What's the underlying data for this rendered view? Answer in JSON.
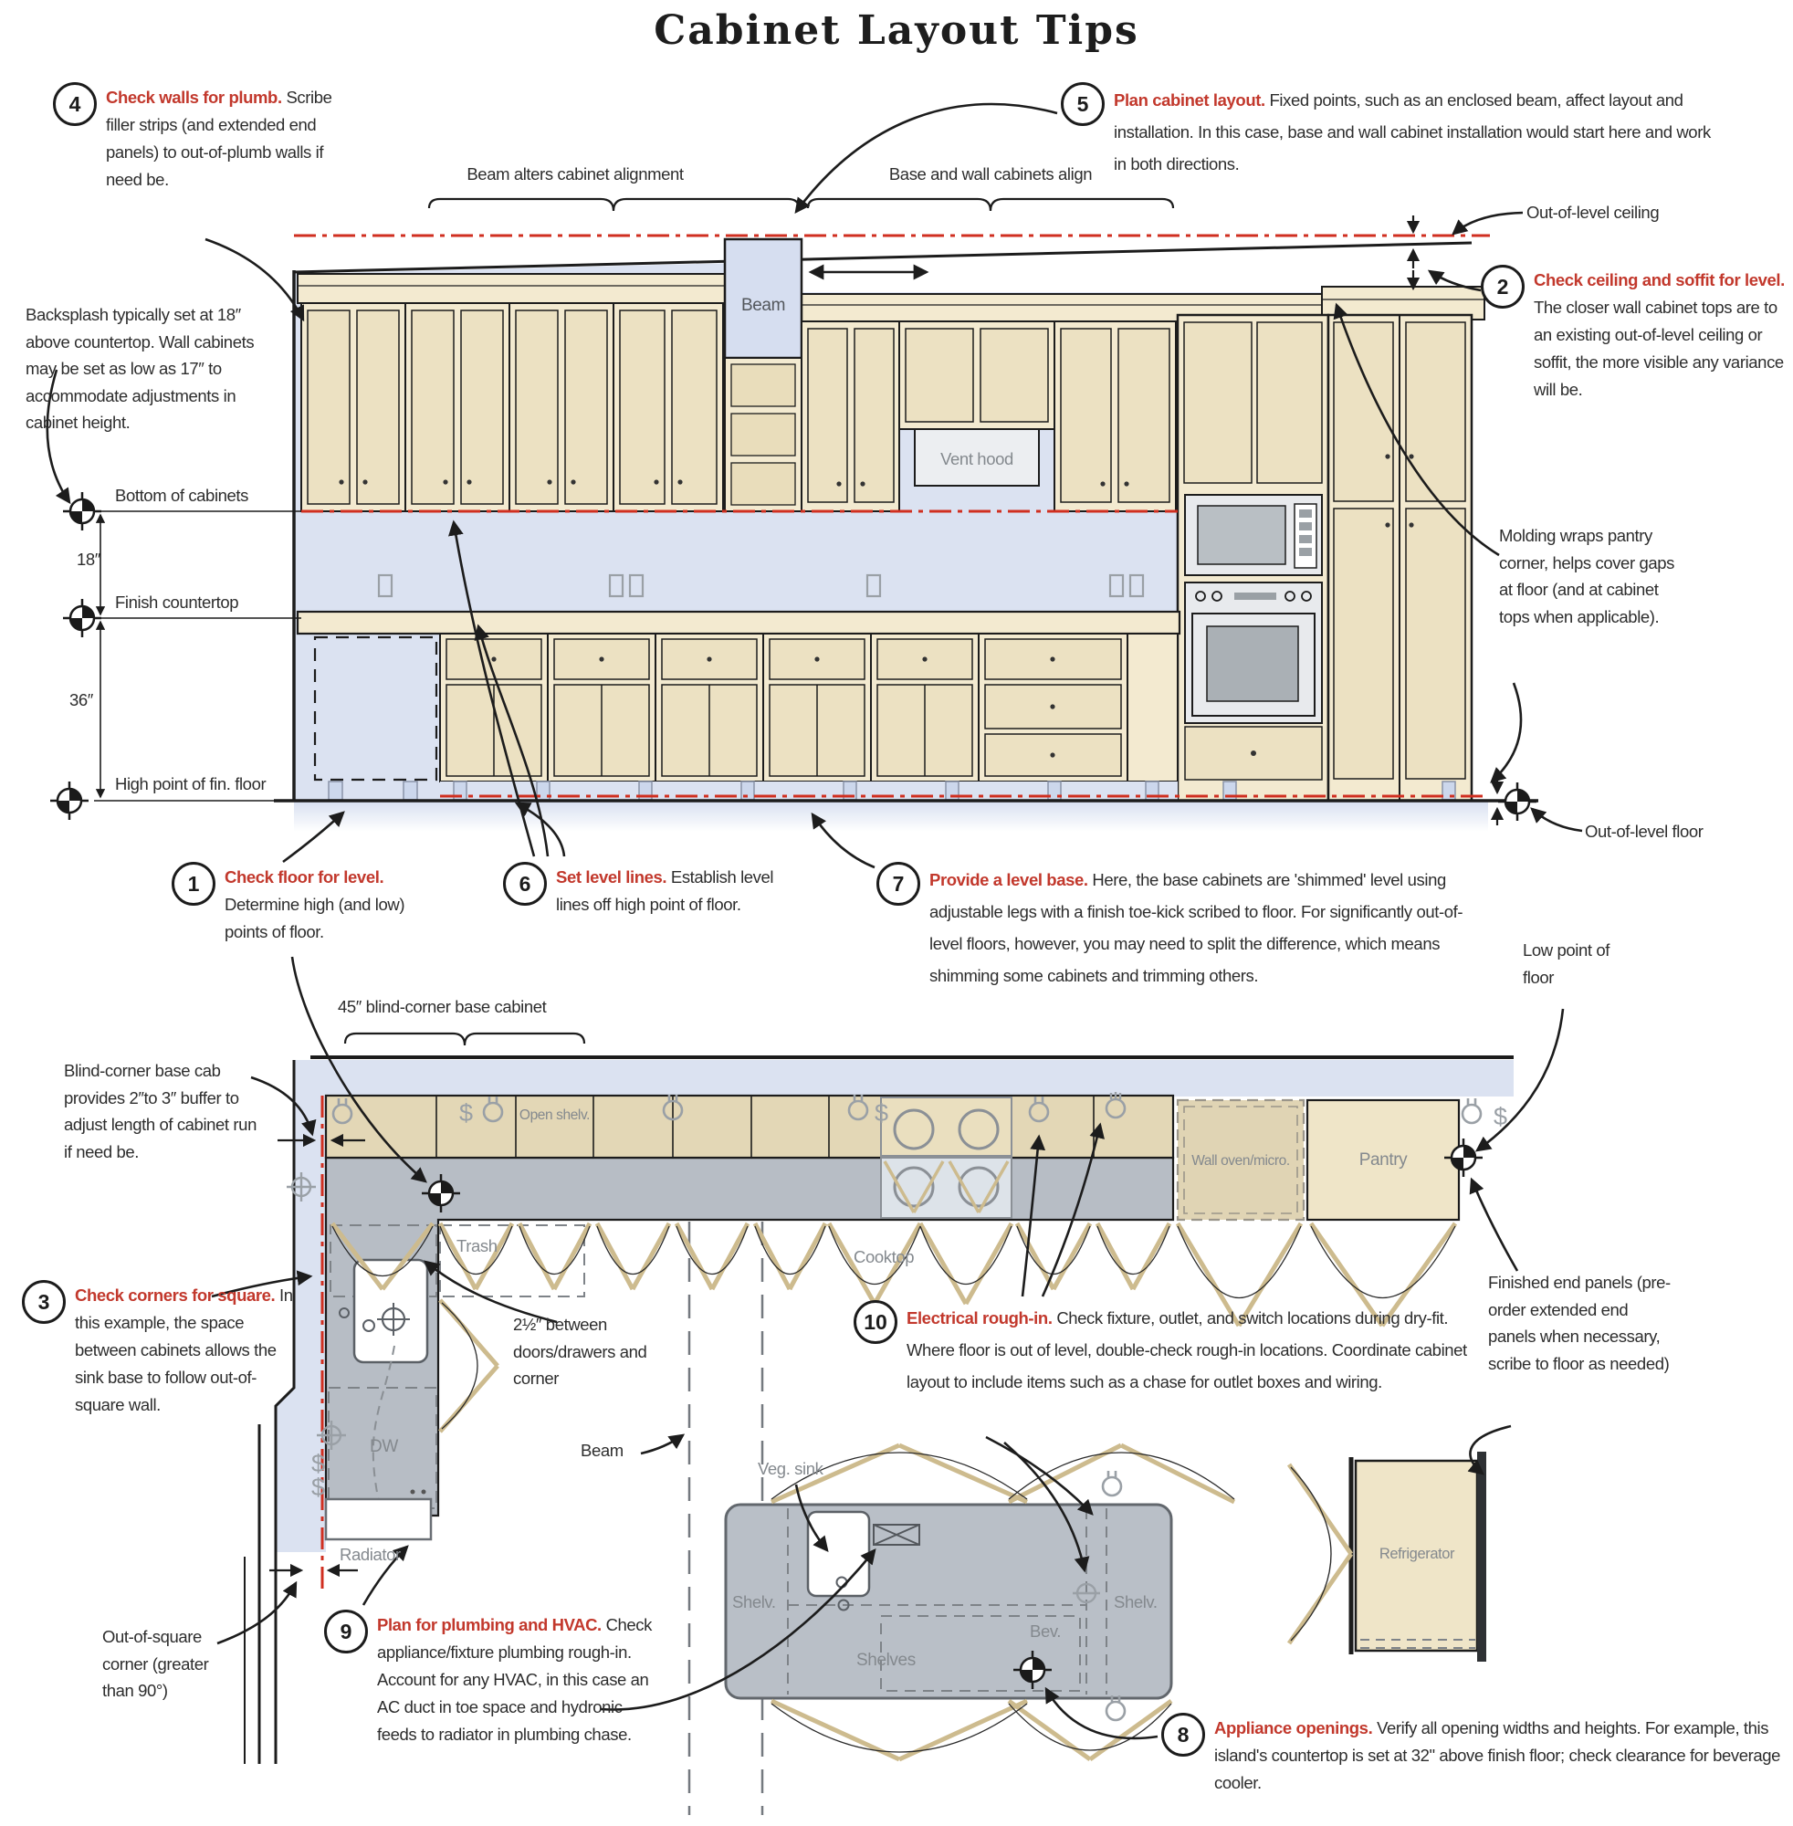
{
  "title": "Cabinet Layout Tips",
  "colors": {
    "accent_red": "#c2382c",
    "level_line_red": "#d02f20",
    "wall_blue": "#dbe2f1",
    "cabinet_cream": "#f3ead0",
    "plan_cabinet_tan": "#e3d7b6",
    "counter_gray": "#b7bdc5",
    "swing_tan": "#cdbb8e",
    "symbol_gray": "#9aa0a6",
    "line_black": "#1c1c1c"
  },
  "callouts": [
    {
      "num": "1",
      "heading": "Check floor for level.",
      "body": "Determine high (and low) points of floor."
    },
    {
      "num": "2",
      "heading": "Check ceiling and soffit for level.",
      "body": "The closer wall cabinet tops are to an existing out-of-level ceiling or soffit, the more visible any variance will be."
    },
    {
      "num": "3",
      "heading": "Check corners for square.",
      "body": "In this example, the space between cabinets allows the sink base to follow out-of-square wall."
    },
    {
      "num": "4",
      "heading": "Check walls for plumb.",
      "body": "Scribe filler strips (and extended end panels) to out-of-plumb walls if need be."
    },
    {
      "num": "5",
      "heading": "Plan cabinet layout.",
      "body": "Fixed points, such as an enclosed beam, affect layout and installation. In this case, base and wall cabinet installation would start here and work in both directions."
    },
    {
      "num": "6",
      "heading": "Set level lines.",
      "body": "Establish level lines off high point of floor."
    },
    {
      "num": "7",
      "heading": "Provide a level base.",
      "body": "Here, the base cabinets are 'shimmed' level using adjustable legs with a finish toe-kick scribed to floor. For significantly out-of-level floors, however, you may need to split the difference, which means shimming some cabinets and trimming others."
    },
    {
      "num": "8",
      "heading": "Appliance openings.",
      "body": "Verify all opening widths and heights. For example, this island's countertop is set at 32\" above finish floor; check clearance for beverage cooler."
    },
    {
      "num": "9",
      "heading": "Plan for plumbing and HVAC.",
      "body": "Check appliance/fixture plumbing rough-in. Account for any HVAC, in this case an AC duct in toe space and hydronic feeds to radiator in plumbing chase."
    },
    {
      "num": "10",
      "heading": "Electrical rough-in.",
      "body": "Check fixture, outlet, and switch locations during dry-fit. Where floor is out of level, double-check rough-in locations. Coordinate cabinet layout to include items such as a chase for outlet boxes and wiring."
    }
  ],
  "elevation": {
    "labels": {
      "beam_alignment": "Beam alters cabinet alignment",
      "base_wall_align": "Base and wall cabinets align",
      "out_of_level_ceiling": "Out-of-level ceiling",
      "beam": "Beam",
      "vent_hood": "Vent hood",
      "backsplash_note": "Backsplash typically set at 18″ above countertop. Wall cabinets may be set as low as 17″ to accommodate adjustments in cabinet height.",
      "bottom_of_cabinets": "Bottom of cabinets",
      "dim_18": "18″",
      "finish_countertop": "Finish countertop",
      "dim_36": "36″",
      "high_point": "High point of fin. floor",
      "molding_note": "Molding wraps pantry corner, helps cover gaps at floor (and at cabinet tops when applicable).",
      "out_of_level_floor": "Out-of-level floor",
      "low_point": "Low point of floor"
    }
  },
  "plan": {
    "labels": {
      "blind_corner_dim": "45″ blind-corner base cabinet",
      "blind_corner_note": "Blind-corner base cab provides 2″to 3″ buffer to adjust length of cabinet run if need be.",
      "open_shelv": "Open shelv.",
      "wall_oven": "Wall oven/micro.",
      "pantry": "Pantry",
      "trash": "Trash",
      "cooktop": "Cooktop",
      "dw": "DW",
      "radiator": "Radiator",
      "beam": "Beam",
      "veg_sink": "Veg. sink",
      "shelv_left": "Shelv.",
      "shelves": "Shelves",
      "bev": "Bev.",
      "shelv_right": "Shelv.",
      "refrigerator": "Refrigerator",
      "corner_gap": "2½″ between doors/drawers and corner",
      "out_of_square": "Out-of-square corner (greater than 90°)",
      "finished_end_panels": "Finished end panels (pre-order extended end panels when necessary, scribe to floor as needed)"
    },
    "symbols": {
      "switch": "$"
    }
  }
}
